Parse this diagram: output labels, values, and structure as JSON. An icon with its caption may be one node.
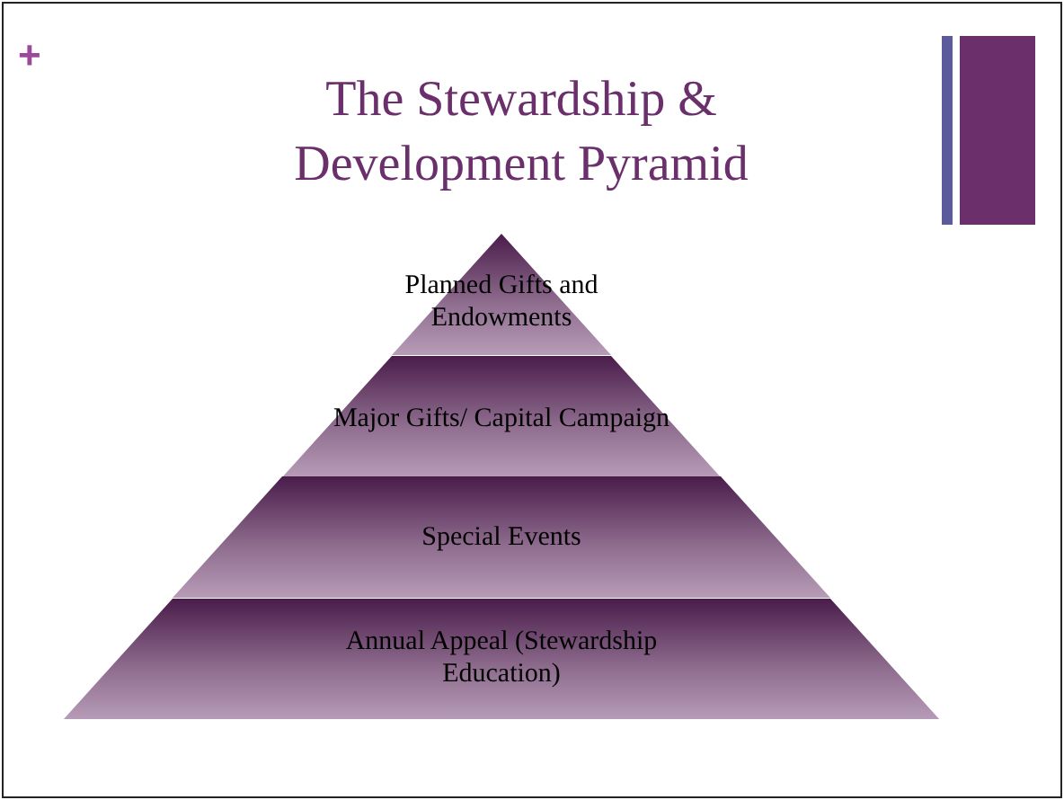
{
  "diagram": {
    "title": "The Stewardship & Development Pyramid",
    "nodes": [
      {
        "text": [
          "Planned Gifts and Endowments"
        ]
      },
      {
        "text": [
          "Major Gifts/ Capital Campaign"
        ]
      },
      {
        "text": [
          "Special Events"
        ]
      },
      {
        "text": [
          "Annual Appeal (Stewardship Education)"
        ]
      }
    ],
    "labels": [
      "+"
    ]
  }
}
